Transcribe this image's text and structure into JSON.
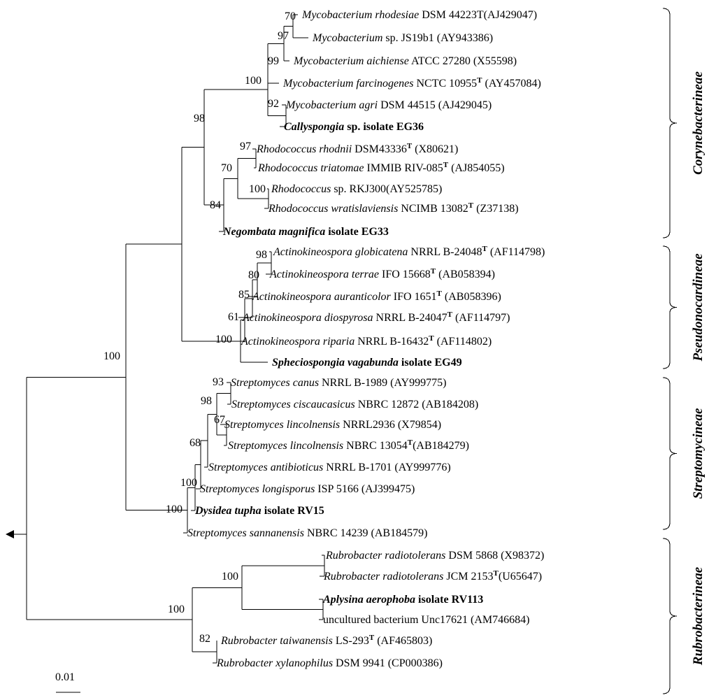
{
  "tree": {
    "taxa": [
      {
        "genus": "Mycobacterium",
        "species": "rhodesiae",
        "rest": " DSM 44223T(AJ429047)",
        "isolate": false
      },
      {
        "genus": "Mycobacterium",
        "species": "",
        "rest": " sp. JS19b1 (AY943386)",
        "isolate": false
      },
      {
        "genus": "Mycobacterium",
        "species": "aichiense",
        "rest": " ATCC 27280 (X55598)",
        "isolate": false
      },
      {
        "genus": "Mycobacterium",
        "species": "farcinogenes",
        "rest": " NCTC 10955",
        "sup": "T",
        "rest2": " (AY457084)",
        "isolate": false
      },
      {
        "genus": "Mycobacterium",
        "species": "agri",
        "rest": " DSM 44515 (AJ429045)",
        "isolate": false
      },
      {
        "genus": "Callyspongia",
        "species": "",
        "rest": " sp. isolate EG36",
        "isolate": true
      },
      {
        "genus": "Rhodococcus",
        "species": "rhodnii",
        "rest": " DSM43336",
        "sup": "T",
        "rest2": " (X80621)",
        "isolate": false
      },
      {
        "genus": "Rhodococcus",
        "species": "triatomae",
        "rest": " IMMIB RIV-085",
        "sup": "T",
        "rest2": " (AJ854055)",
        "isolate": false
      },
      {
        "genus": "Rhodococcus",
        "species": "",
        "rest": " sp. RKJ300(AY525785)",
        "isolate": false
      },
      {
        "genus": "Rhodococcus",
        "species": "wratislaviensis",
        "rest": " NCIMB 13082",
        "sup": "T",
        "rest2": " (Z37138)",
        "isolate": false
      },
      {
        "genus": "Negombata",
        "species": "magnifica",
        "rest": " isolate EG33",
        "isolate": true
      },
      {
        "genus": "Actinokineospora",
        "species": "globicatena",
        "rest": " NRRL B-24048",
        "sup": "T",
        "rest2": " (AF114798)",
        "isolate": false
      },
      {
        "genus": "Actinokineospora",
        "species": "terrae",
        "rest": " IFO 15668",
        "sup": "T",
        "rest2": " (AB058394)",
        "isolate": false
      },
      {
        "genus": "Actinokineospora",
        "species": "auranticolor",
        "rest": " IFO 1651",
        "sup": "T",
        "rest2": " (AB058396)",
        "isolate": false
      },
      {
        "genus": "Actinokineospora",
        "species": "diospyrosa",
        "rest": " NRRL B-24047",
        "sup": "T",
        "rest2": " (AF114797)",
        "isolate": false
      },
      {
        "genus": "Actinokineospora",
        "species": "riparia",
        "rest": " NRRL B-16432",
        "sup": "T",
        "rest2": " (AF114802)",
        "isolate": false
      },
      {
        "genus": "Spheciospongia",
        "species": "vagabunda",
        "rest": " isolate EG49",
        "isolate": true
      },
      {
        "genus": "Streptomyces",
        "species": "canus",
        "rest": " NRRL B-1989 (AY999775)",
        "isolate": false
      },
      {
        "genus": "Streptomyces",
        "species": "ciscaucasicus",
        "rest": " NBRC 12872 (AB184208)",
        "isolate": false
      },
      {
        "genus": "Streptomyces",
        "species": "lincolnensis",
        "rest": " NRRL2936 (X79854)",
        "isolate": false
      },
      {
        "genus": "Streptomyces",
        "species": "lincolnensis",
        "rest": " NBRC 13054",
        "sup": "T",
        "rest2": "(AB184279)",
        "isolate": false
      },
      {
        "genus": "Streptomyces",
        "species": "antibioticus",
        "rest": " NRRL B-1701 (AY999776)",
        "isolate": false
      },
      {
        "genus": "Streptomyces",
        "species": "longisporus",
        "rest": " ISP 5166 (AJ399475)",
        "isolate": false
      },
      {
        "genus": "Dysidea",
        "species": "tupha",
        "rest": " isolate RV15",
        "isolate": true
      },
      {
        "genus": "Streptomyces",
        "species": "sannanensis",
        "rest": " NBRC 14239 (AB184579)",
        "isolate": false
      },
      {
        "genus": "Rubrobacter",
        "species": "radiotolerans",
        "rest": " DSM 5868 (X98372)",
        "isolate": false
      },
      {
        "genus": "Rubrobacter",
        "species": "radiotolerans",
        "rest": " JCM 2153",
        "sup": "T",
        "rest2": "(U65647)",
        "isolate": false
      },
      {
        "genus": "Aplysina",
        "species": "aerophoba",
        "rest": " isolate RV113",
        "isolate": true
      },
      {
        "genus": "",
        "species": "",
        "rest": "uncultured bacterium Unc17621 (AM746684)",
        "isolate": false
      },
      {
        "genus": "Rubrobacter",
        "species": "taiwanensis",
        "rest": " LS-293",
        "sup": "T",
        "rest2": " (AF465803)",
        "isolate": false
      },
      {
        "genus": "Rubrobacter",
        "species": "xylanophilus",
        "rest": " DSM 9941 (CP000386)",
        "isolate": false
      }
    ],
    "bootstraps": [
      "70",
      "97",
      "99",
      "100",
      "92",
      "98",
      "97",
      "70",
      "100",
      "84",
      "98",
      "80",
      "85",
      "61",
      "100",
      "100",
      "93",
      "98",
      "67",
      "68",
      "100",
      "100",
      "100",
      "100",
      "82"
    ],
    "groups": [
      "Corynebacterineae",
      "Pseudonocardineae",
      "Streptomycineae",
      "Rubrobacterineae"
    ],
    "scale": "0.01"
  }
}
